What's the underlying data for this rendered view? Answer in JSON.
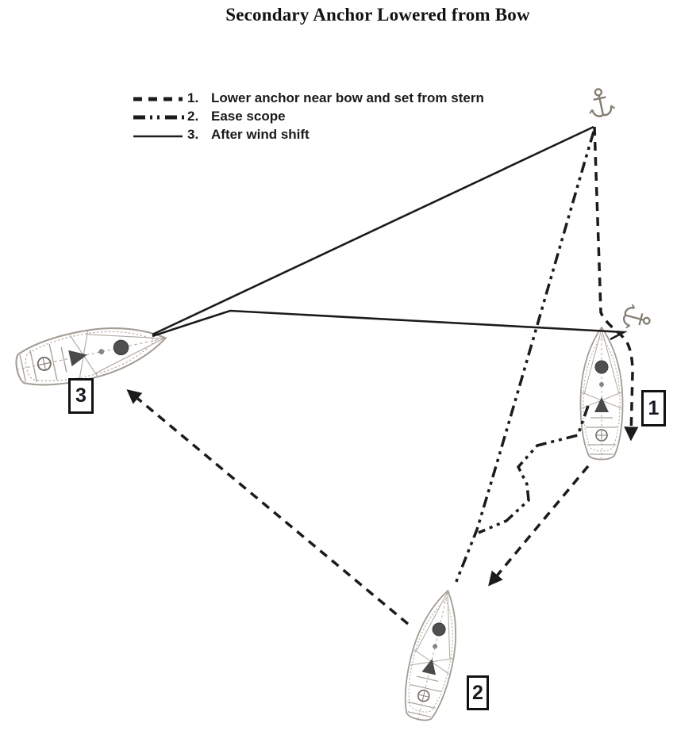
{
  "title": "Secondary Anchor Lowered from Bow",
  "legend": {
    "items": [
      {
        "number": "1.",
        "label": "Lower anchor near bow and set from stern",
        "style": "dashed"
      },
      {
        "number": "2.",
        "label": "Ease scope",
        "style": "dash-dot-dot"
      },
      {
        "number": "3.",
        "label": "After wind shift",
        "style": "solid"
      }
    ]
  },
  "positions": [
    {
      "label": "1"
    },
    {
      "label": "2"
    },
    {
      "label": "3"
    }
  ],
  "icons": {
    "primary_anchor": "anchor-icon",
    "secondary_anchor": "anchor-icon",
    "boat": "sailboat-top-view-icon",
    "arrows": "arrowhead-icon"
  },
  "colors": {
    "line": "#1b1b1b",
    "boat_sketch": "#a39d94",
    "boat_detail_dark": "#4a4a4a",
    "background": "#ffffff"
  }
}
